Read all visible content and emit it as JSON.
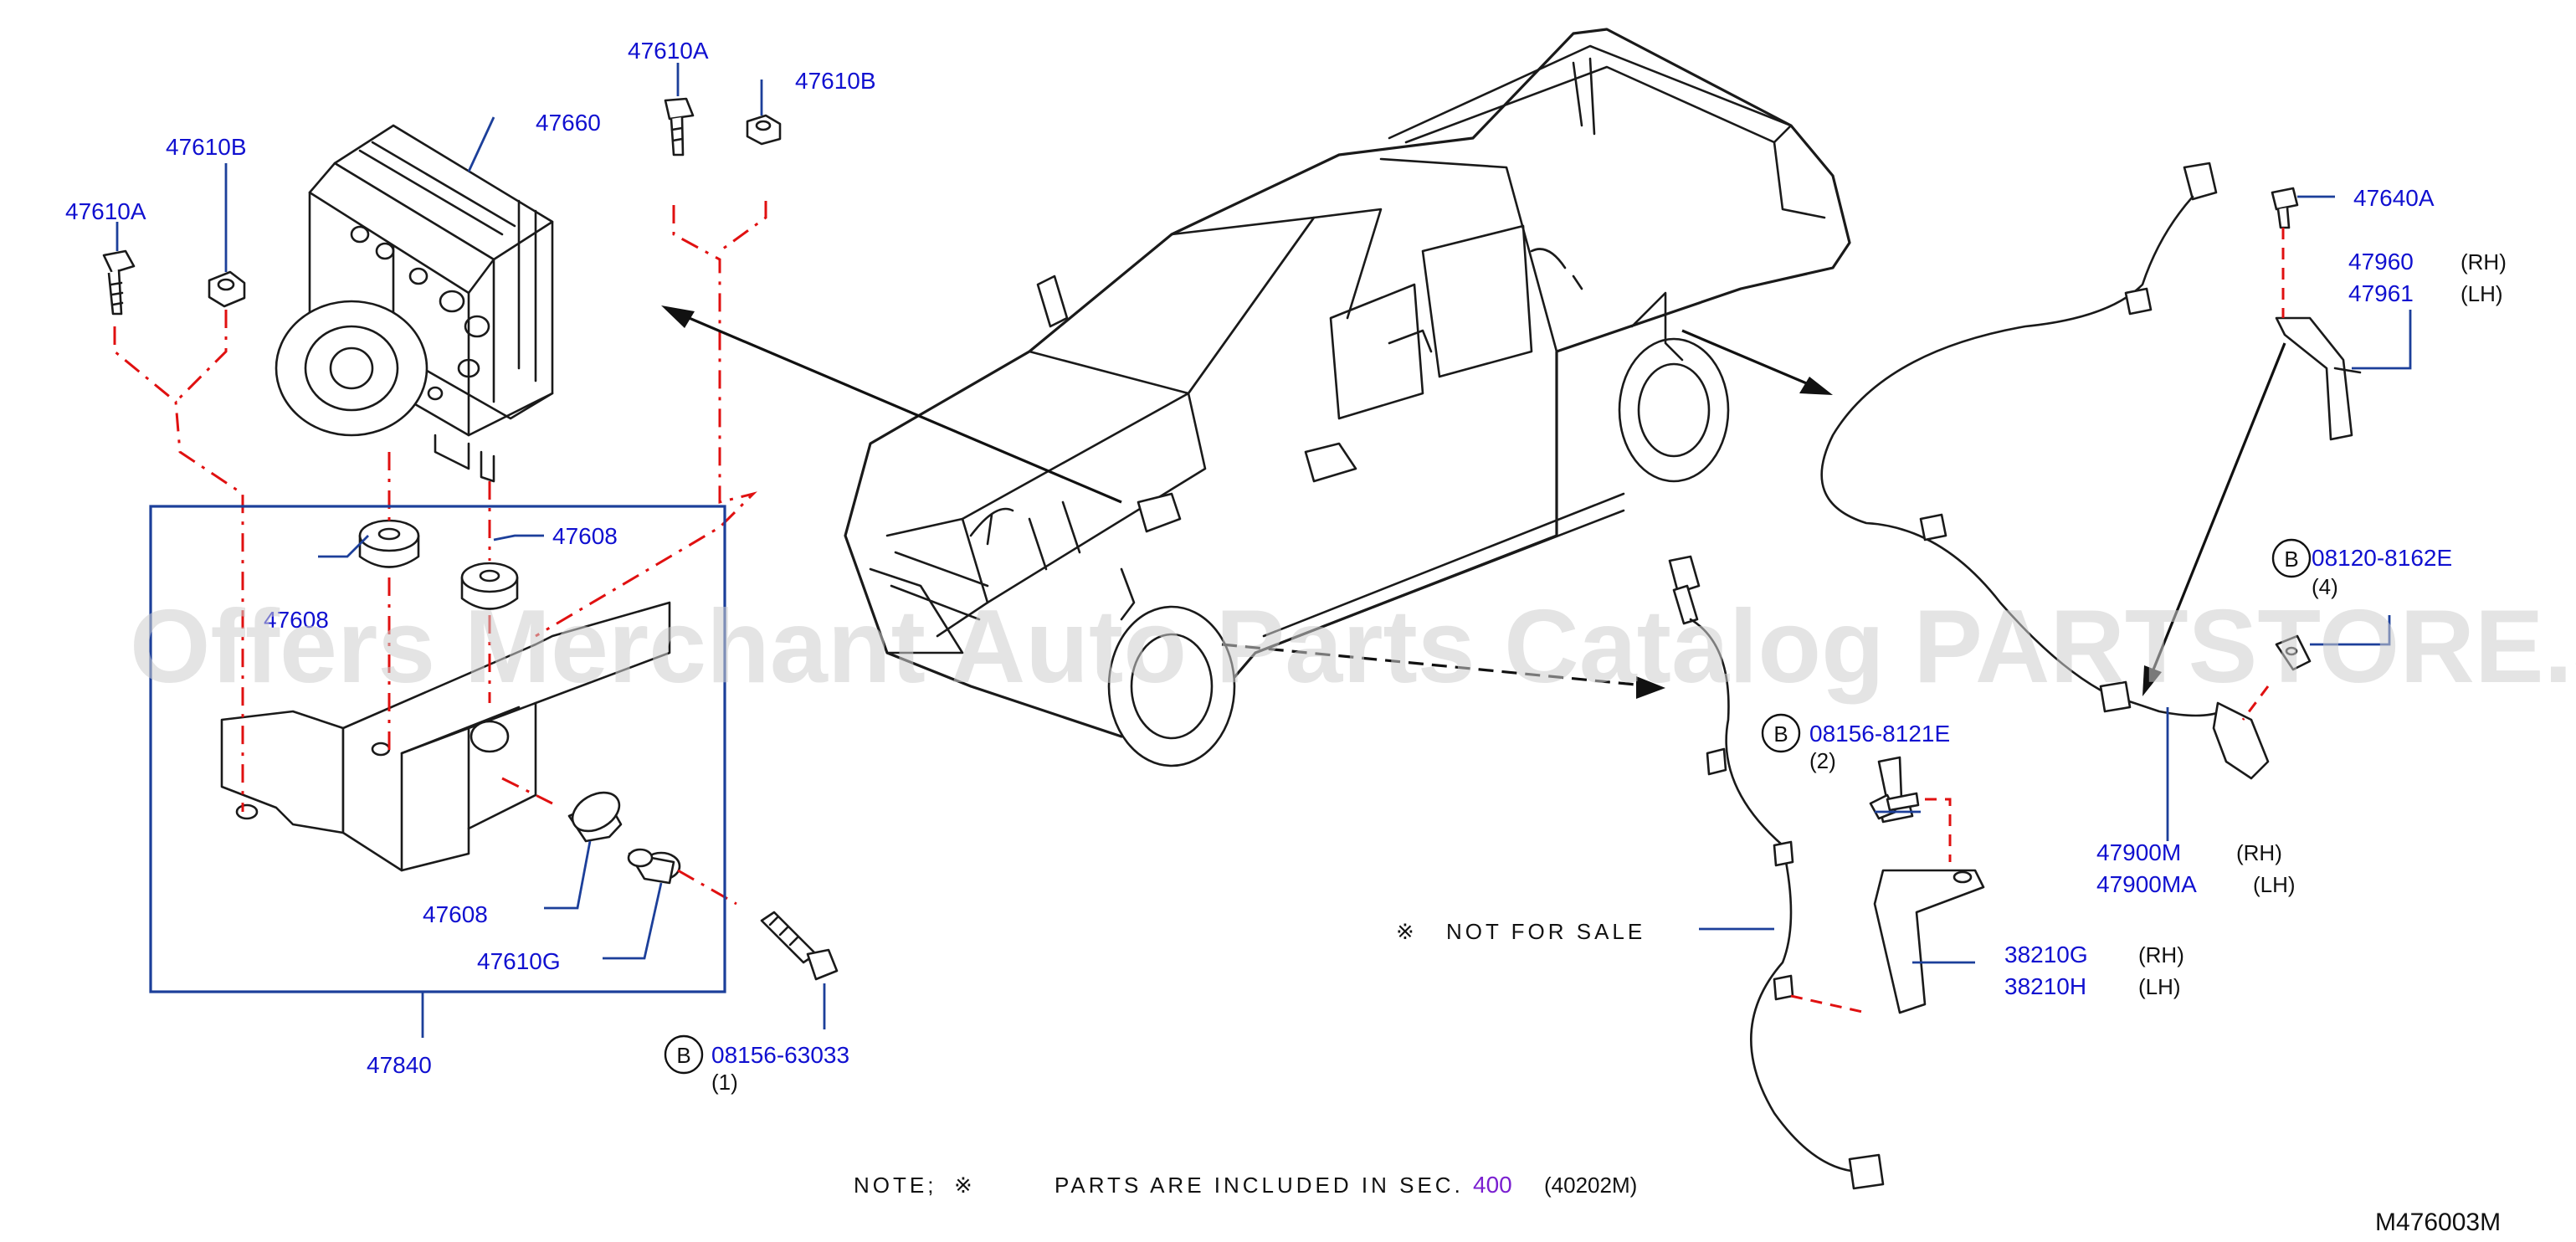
{
  "watermark": "Offers Merchant Auto Parts Catalog PARTSTORE.SA",
  "diagram_code": "M476003M",
  "note": {
    "prefix": "NOTE;",
    "mark": "※",
    "text": "PARTS ARE INCLUDED IN SEC.",
    "section": "400",
    "ref": "(40202M)"
  },
  "not_for_sale": {
    "mark": "※",
    "text": "NOT FOR SALE"
  },
  "bolt_marker": "B",
  "colors": {
    "label": "#1010d0",
    "leader": "#1c3f9a",
    "dash": "#e01010",
    "section": "#7a1fd0"
  },
  "labels": {
    "p47610A_left": "47610A",
    "p47610B_left": "47610B",
    "p47610A_top": "47610A",
    "p47610B_top": "47610B",
    "p47660": "47660",
    "p47608_a": "47608",
    "p47608_b": "47608",
    "p47608_c": "47608",
    "p47610G": "47610G",
    "p47840": "47840",
    "p08156_63033": "08156-63033",
    "q08156_63033": "(1)",
    "p08156_8121E": "08156-8121E",
    "q08156_8121E": "(2)",
    "p38210G": "38210G",
    "p38210G_side": "(RH)",
    "p38210H": "38210H",
    "p38210H_side": "(LH)",
    "p47640A": "47640A",
    "p47960": "47960",
    "p47960_side": "(RH)",
    "p47961": "47961",
    "p47961_side": "(LH)",
    "p08120_8162E": "08120-8162E",
    "q08120_8162E": "(4)",
    "p47900M": "47900M",
    "p47900M_side": "(RH)",
    "p47900MA": "47900MA",
    "p47900MA_side": "(LH)"
  }
}
